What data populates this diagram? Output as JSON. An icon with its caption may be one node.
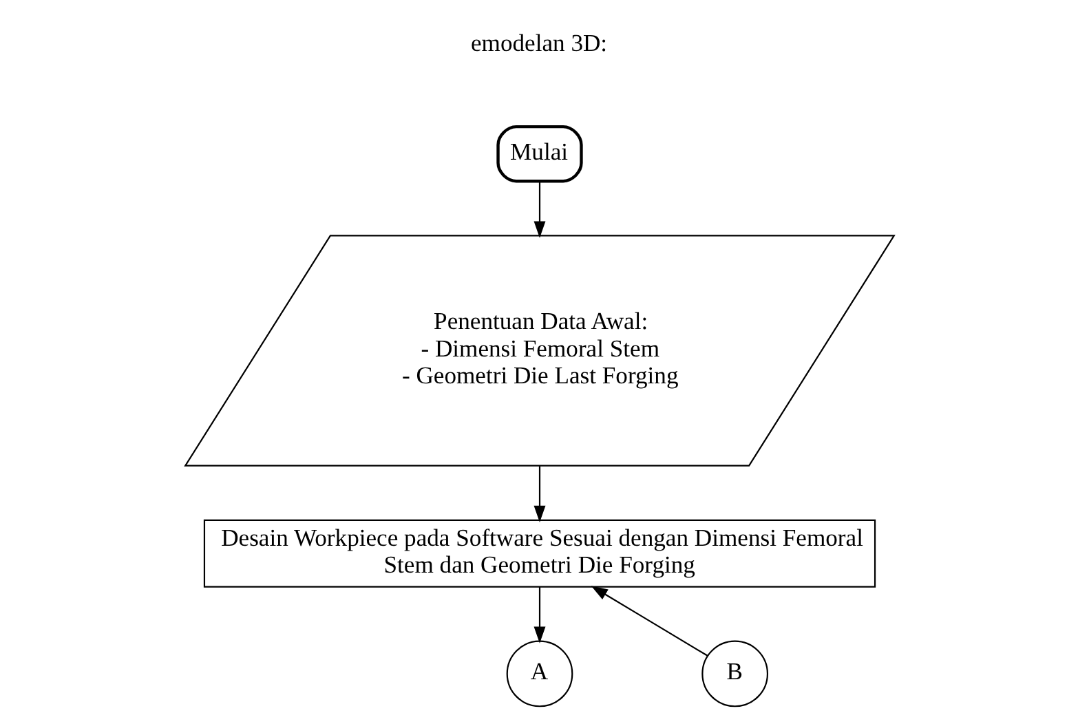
{
  "diagram": {
    "nodes": [
      {
        "text": [
          "Mulai"
        ]
      },
      {
        "text": [
          "Penentuan Data Awal:",
          "- Dimensi Femoral Stem",
          "- Geometri Die Last Forging"
        ]
      },
      {
        "text": [
          "Desain Workpiece pada Software Sesuai dengan Dimensi Femoral Stem dan Geometri Die Forging"
        ]
      },
      {
        "text": [
          "A"
        ]
      },
      {
        "text": [
          "B"
        ]
      }
    ],
    "edges": [
      {
        "from": 0,
        "to": 1,
        "arrow": "to"
      },
      {
        "from": 1,
        "to": 2,
        "arrow": "to"
      },
      {
        "from": 4,
        "to": 2,
        "arrow": "to"
      },
      {
        "from": 2,
        "to": 3,
        "arrow": "to"
      }
    ],
    "labels": [
      "emodelan 3D:"
    ]
  }
}
